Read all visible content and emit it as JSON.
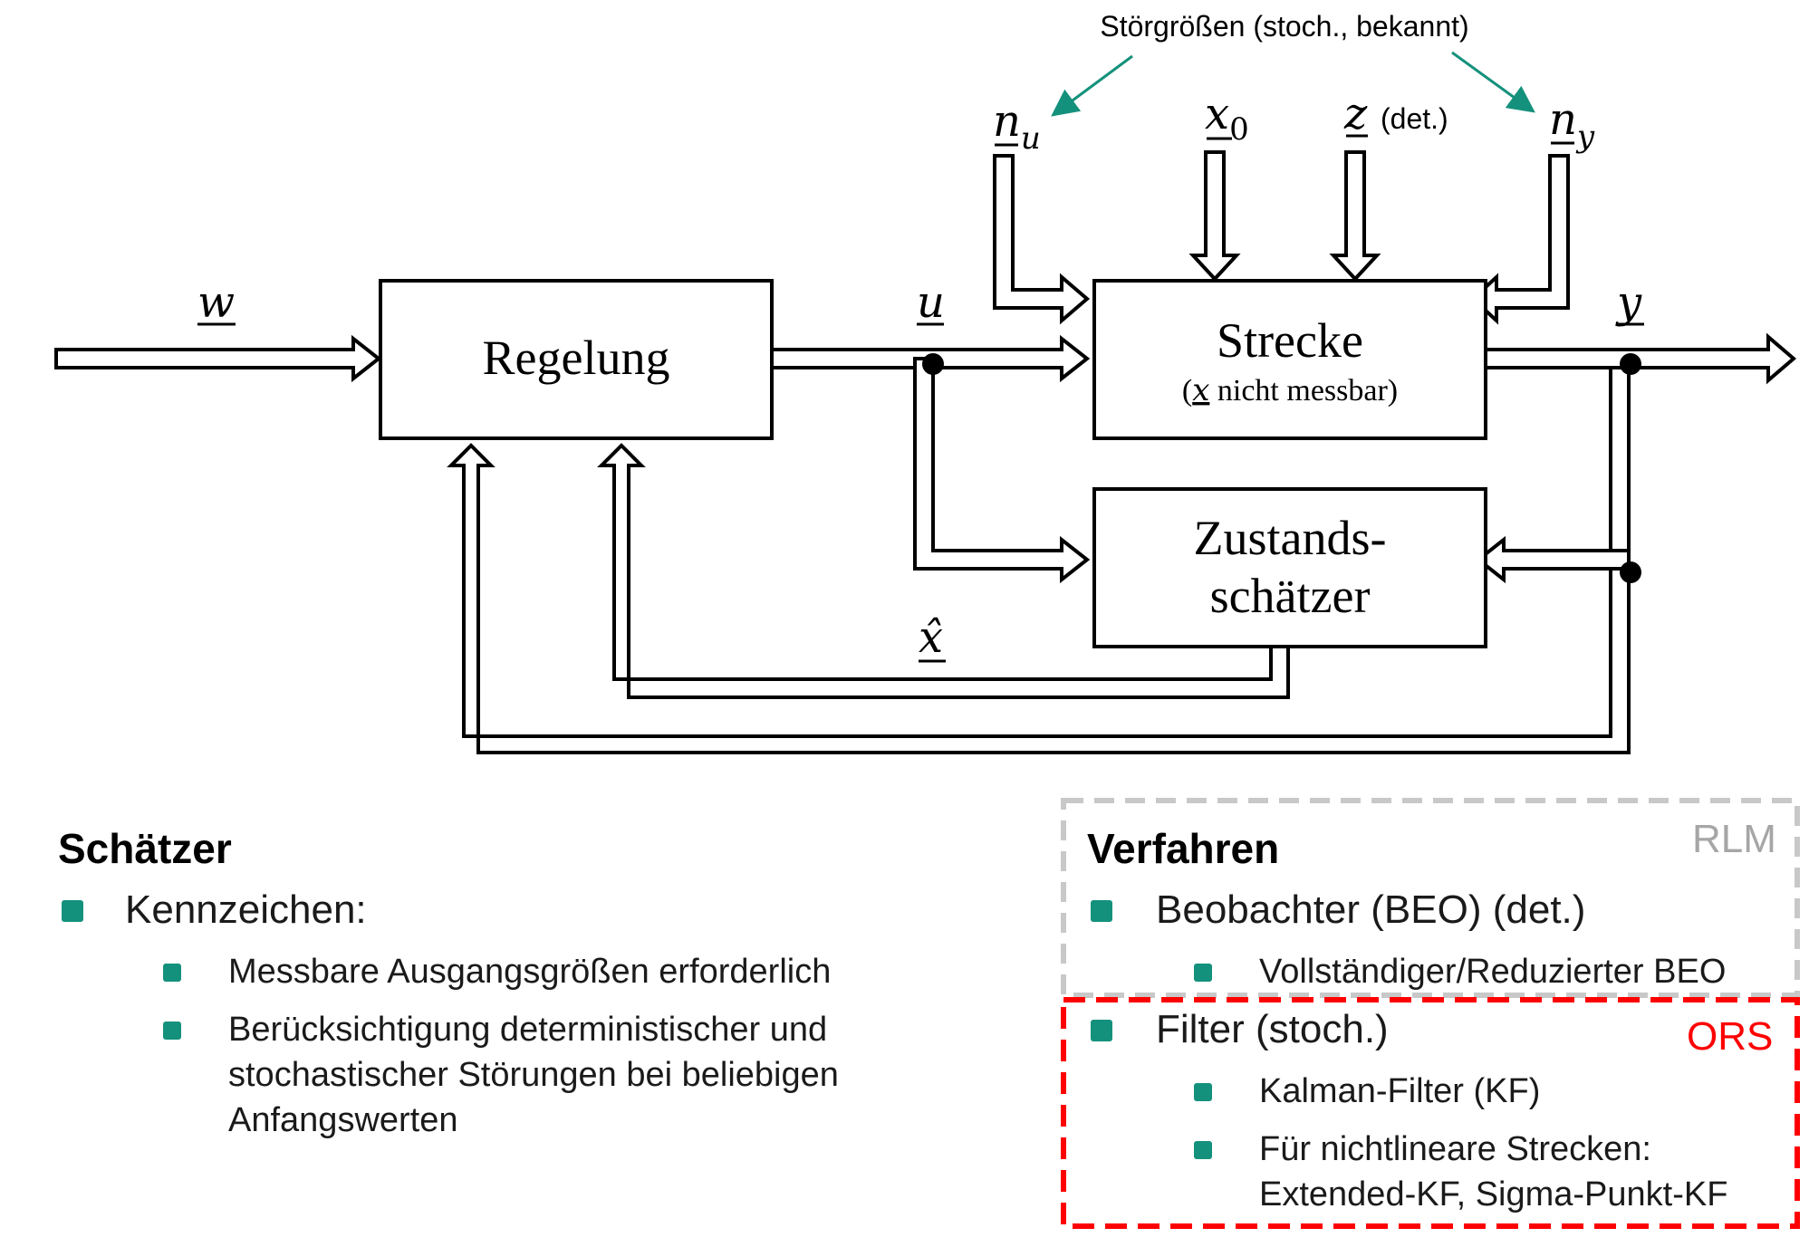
{
  "diagram": {
    "disturbance_header": "Störgrößen (stoch., bekannt)",
    "blocks": {
      "controller": "Regelung",
      "plant": "Strecke",
      "plant_note_var": "x",
      "plant_note_text": " nicht messbar)",
      "plant_note_open": "(",
      "estimator_line1": "Zustands-",
      "estimator_line2": "schätzer"
    },
    "signals": {
      "w": "w",
      "u": "u",
      "y": "y",
      "x_hat": "x̂",
      "n_u_base": "n",
      "n_u_sub": "u",
      "x0_base": "x",
      "x0_sub": "0",
      "z": "z",
      "z_note": "(det.)",
      "n_y_base": "n",
      "n_y_sub": "y"
    }
  },
  "estimator_section": {
    "title": "Schätzer",
    "level1": "Kennzeichen:",
    "items": [
      "Messbare Ausgangsgrößen erforderlich",
      "Berücksichtigung deterministischer und",
      "stochastischer Störungen bei beliebigen",
      "Anfangswerten"
    ]
  },
  "methods_section": {
    "title": "Verfahren",
    "tag_rlm": "RLM",
    "tag_ors": "ORS",
    "observer": "Beobachter (BEO) (det.)",
    "observer_sub": "Vollständiger/Reduzierter BEO",
    "filter": "Filter (stoch.)",
    "filter_sub1": "Kalman-Filter (KF)",
    "filter_sub2_line1": "Für nichtlineare Strecken:",
    "filter_sub2_line2": "Extended-KF, Sigma-Punkt-KF"
  },
  "colors": {
    "accent": "#14917c",
    "rlm_border": "#c8c8c8",
    "rlm_text": "#a6a6a6",
    "ors_border": "#ff0000",
    "ors_text": "#ff0000"
  }
}
